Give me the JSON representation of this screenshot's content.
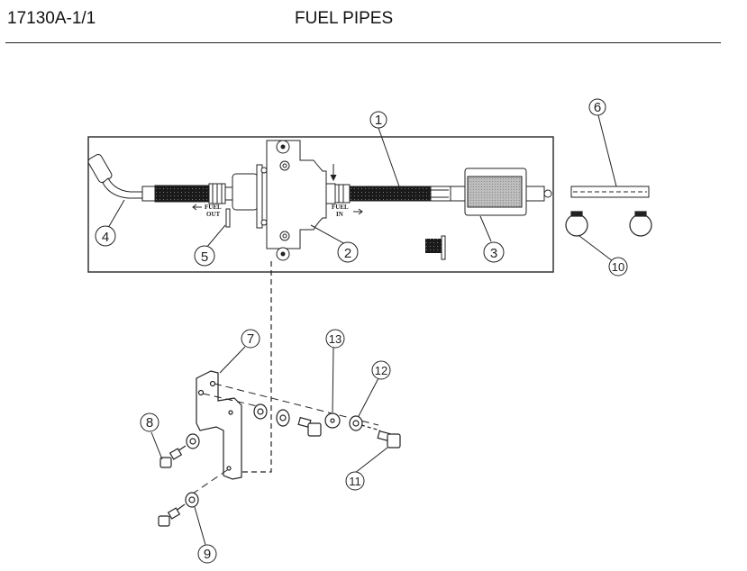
{
  "header": {
    "code": "17130A-1/1",
    "title": "FUEL PIPES"
  },
  "diagram": {
    "labels": {
      "fuel_out": [
        "FUEL",
        "OUT"
      ],
      "fuel_in": [
        "FUEL",
        "IN"
      ]
    },
    "callouts": [
      {
        "id": "1",
        "part": "fuel-hose-in"
      },
      {
        "id": "2",
        "part": "fuel-pump"
      },
      {
        "id": "3",
        "part": "fuel-filter"
      },
      {
        "id": "4",
        "part": "fuel-hose-out"
      },
      {
        "id": "5",
        "part": "pump-pin"
      },
      {
        "id": "6",
        "part": "fuel-pipe"
      },
      {
        "id": "7",
        "part": "mounting-bracket"
      },
      {
        "id": "8",
        "part": "bolt"
      },
      {
        "id": "9",
        "part": "washer"
      },
      {
        "id": "10",
        "part": "hose-clamp"
      },
      {
        "id": "11",
        "part": "flange-bolt"
      },
      {
        "id": "12",
        "part": "lock-washer"
      },
      {
        "id": "13",
        "part": "flat-washer"
      }
    ]
  }
}
